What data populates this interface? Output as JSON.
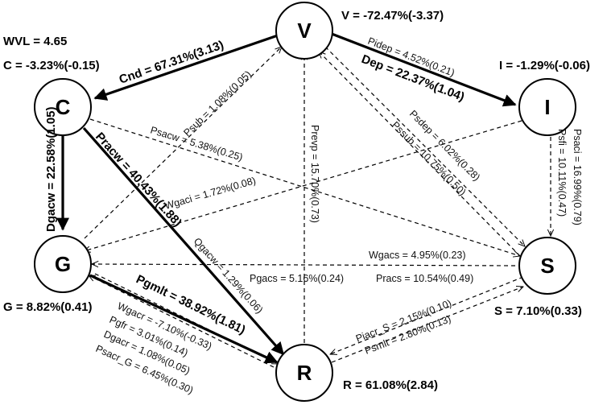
{
  "nodes": {
    "V": "V",
    "C": "C",
    "I": "I",
    "G": "G",
    "S": "S",
    "R": "R"
  },
  "status": {
    "wvl": "WVL = 4.65",
    "c": "C = -3.23%(-0.15)",
    "v": "V = -72.47%(-3.37)",
    "i": "I = -1.29%(-0.06)",
    "g": "G = 8.82%(0.41)",
    "s": "S = 7.10%(0.33)",
    "r": "R = 61.08%(2.84)"
  },
  "fluxes": {
    "cnd": "Cnd = 67.31%(3.13)",
    "pidep": "Pidep = 4.52%(0.21)",
    "dep": "Dep = 22.37%(1.04)",
    "psub": "Psub = 1.08%(0.05)",
    "psacw": "Psacw = 5.38%(0.25)",
    "pracw": "Pracw = 40.43%(1.88)",
    "dgacw": "Dgacw = 22.58%(1.05)",
    "prevp": "Prevp = 15.70%(0.73)",
    "psdep": "Psdep = 6.02%(0.28)",
    "pssub": "Pssub = 10.75%(0.50)",
    "psaci": "Psaci = 16.99%(0.79)",
    "psfi": "Psfi = 10.11%(0.47)",
    "wgaci": "Wgaci = 1.72%(0.08)",
    "qgacw": "Qgacw = 1.29%(0.06)",
    "wgacs": "Wgacs = 4.95%(0.23)",
    "pgacs": "Pgacs = 5.16%(0.24)",
    "pracs": "Pracs = 10.54%(0.49)",
    "pgmlt": "Pgmlt = 38.92%(1.81)",
    "wgacr": "Wgacr = -7.10%(-0.33)",
    "pgfr": "Pgfr = 3.01%(0.14)",
    "dgacr": "Dgacr = 1.08%(0.05)",
    "psacr_g": "Psacr_G = 6.45%(0.30)",
    "piacr_s": "Piacr_S = 2.15%(0.10)",
    "psmlt": "Psmlt = 2.80%(0.13)"
  }
}
